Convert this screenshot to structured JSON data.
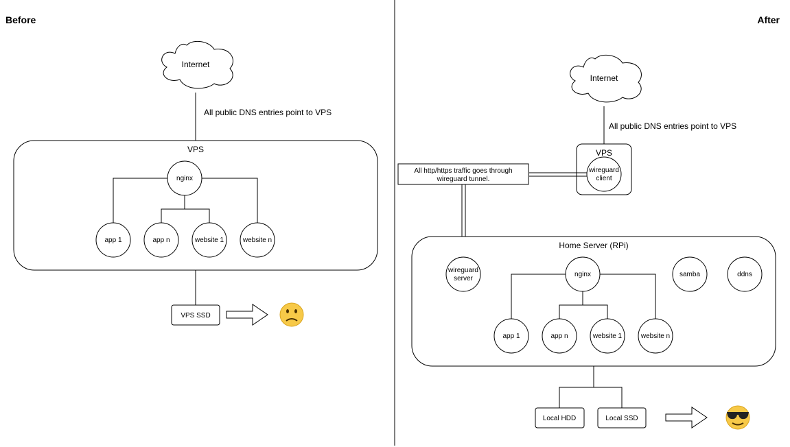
{
  "before": {
    "heading": "Before",
    "internet": "Internet",
    "dns_note": "All public DNS entries point to VPS",
    "vps_label": "VPS",
    "nginx": "nginx",
    "apps": [
      "app 1",
      "app n",
      "website 1",
      "website n"
    ],
    "storage": "VPS SSD",
    "mood_emoji": "🙁"
  },
  "after": {
    "heading": "After",
    "internet": "Internet",
    "dns_note": "All public DNS entries point to VPS",
    "vps_label": "VPS",
    "wg_client": [
      "wireguard",
      "client"
    ],
    "tunnel_note": [
      "All http/https traffic goes through",
      "wireguard tunnel."
    ],
    "home_label": "Home Server (RPi)",
    "wg_server": [
      "wireguard",
      "server"
    ],
    "nginx": "nginx",
    "samba": "samba",
    "ddns": "ddns",
    "apps": [
      "app 1",
      "app n",
      "website 1",
      "website n"
    ],
    "storage": [
      "Local HDD",
      "Local SSD"
    ],
    "mood_emoji": "😎"
  },
  "colors": {
    "stroke": "#000000",
    "fill": "#ffffff",
    "emoji_face": "#f7c948"
  }
}
